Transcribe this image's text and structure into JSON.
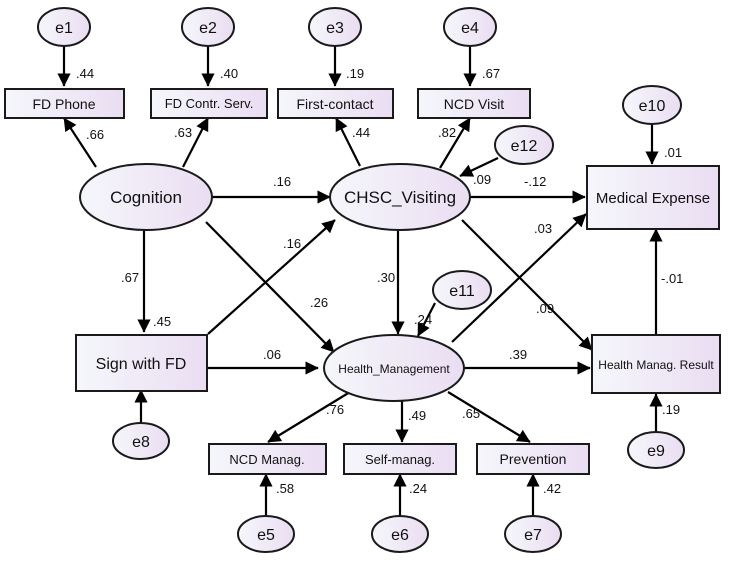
{
  "nodes": {
    "e1": "e1",
    "e2": "e2",
    "e3": "e3",
    "e4": "e4",
    "e5": "e5",
    "e6": "e6",
    "e7": "e7",
    "e8": "e8",
    "e9": "e9",
    "e10": "e10",
    "e11": "e11",
    "e12": "e12",
    "fd_phone": "FD Phone",
    "fd_contr": "FD Contr. Serv.",
    "first_contact": "First-contact",
    "ncd_visit": "NCD Visit",
    "medical_expense": "Medical Expense",
    "cognition": "Cognition",
    "chsc_visiting": "CHSC_Visiting",
    "sign_with_fd": "Sign with FD",
    "health_management": "Health_Management",
    "health_manag_result": "Health Manag. Result",
    "ncd_manag": "NCD Manag.",
    "self_manag": "Self-manag.",
    "prevention": "Prevention"
  },
  "coefficients": {
    "e1_fdphone": ".44",
    "e2_fdcontr": ".40",
    "e3_firstcontact": ".19",
    "e4_ncdvisit": ".67",
    "e10_medexp": ".01",
    "cog_fdphone": ".66",
    "cog_fdcontr": ".63",
    "chsc_firstcontact": ".44",
    "chsc_ncdvisit": ".82",
    "e12_chsc": ".09",
    "cog_chsc": ".16",
    "chsc_medexp": "-.12",
    "sign_chsc": ".16",
    "cog_sign": ".67",
    "sign_r2": ".45",
    "cog_hm": ".26",
    "chsc_hm": ".30",
    "hm_medexp": ".03",
    "chsc_hmres": ".09",
    "e11_hm": ".24",
    "hmres_medexp": "-.01",
    "sign_hm": ".06",
    "hm_hmres": ".39",
    "hm_ncdmanag": ".76",
    "hm_selfmanag": ".49",
    "hm_prevention": ".65",
    "e9_hmres": ".19",
    "e5_ncdmanag": ".58",
    "e6_selfmanag": ".24",
    "e7_prevention": ".42"
  }
}
